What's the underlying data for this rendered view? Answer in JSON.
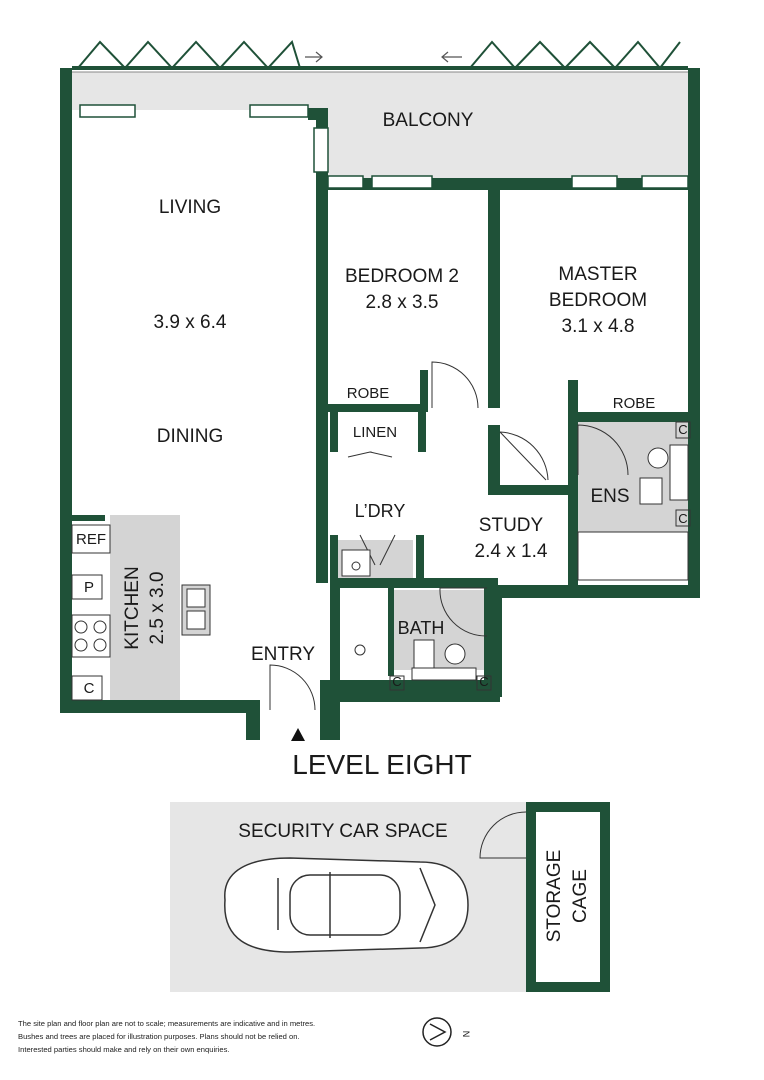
{
  "colors": {
    "wall": "#1f5138",
    "floor": "#ffffff",
    "wet_area": "#d4d4d4",
    "balcony": "#e6e6e6",
    "text": "#1a1a1a"
  },
  "rooms": {
    "balcony": "BALCONY",
    "living": "LIVING",
    "living_size": "3.9 x 6.4",
    "dining": "DINING",
    "bedroom2": "BEDROOM 2",
    "bedroom2_size": "2.8 x 3.5",
    "master_line1": "MASTER",
    "master_line2": "BEDROOM",
    "master_size": "3.1 x 4.8",
    "robe_bed2": "ROBE",
    "robe_master": "ROBE",
    "linen": "LINEN",
    "laundry": "L’DRY",
    "study": "STUDY",
    "study_size": "2.4 x 1.4",
    "ensuite": "ENS",
    "bath": "BATH",
    "kitchen": "KITCHEN",
    "kitchen_size": "2.5 x 3.0",
    "fridge": "REF",
    "pantry": "P",
    "cupboard_kitchen": "C",
    "cupboard_ens_top": "C",
    "cupboard_ens_bottom": "C",
    "cupboard_bath_left": "C",
    "cupboard_bath_right": "C",
    "entry": "ENTRY"
  },
  "level_title": "LEVEL EIGHT",
  "car_space": {
    "title": "SECURITY CAR SPACE",
    "storage_line1": "STORAGE",
    "storage_line2": "CAGE"
  },
  "compass_label": "N",
  "disclaimer": [
    "The site plan and floor plan are not to scale; measurements are indicative and in metres.",
    "Bushes and trees are placed for illustration purposes. Plans should not be relied on.",
    "Interested parties should make and rely on their own enquiries."
  ],
  "icons": [
    "entry-arrow-icon",
    "compass-icon",
    "car-icon",
    "cooktop-icon",
    "sink-icon",
    "toilet-icon"
  ]
}
